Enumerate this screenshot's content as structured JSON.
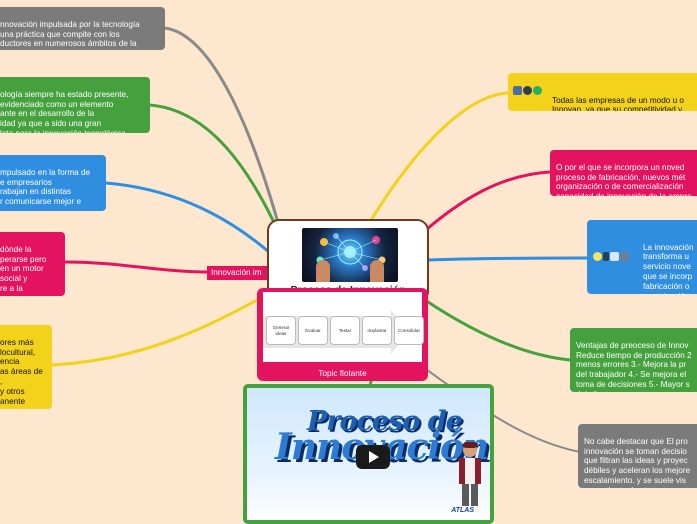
{
  "central": {
    "title": "Proceso de Innovación"
  },
  "float_topic": {
    "label": "Topic flotante",
    "steps": [
      "Generar ideas",
      "Evaluar",
      "Testar",
      "Implantar",
      "Consolidar"
    ]
  },
  "subtopic": {
    "label": "Innovación im"
  },
  "nodes": {
    "left_gray": "nnovación impulsada por la tecnología\nuna práctica que compite con los\nductores en numerosos ámbitos de la\nnomía.",
    "left_green": "ología siempre ha estado presente,\n evidenciado como un elemento\nante en el desarrollo de la\nidad ya que a sido una gran\nleta para la innovación tecnológica.",
    "left_blue": "mpulsado en la forma de\ne empresarios\nrabajan en distintas\nr comunicarse mejor e",
    "left_pink": "dónde la\nperarse pero\nen un motor\nsocial y\nre a la",
    "left_yellow": "ores más\nlocultural,\nencia\nas áreas de\n,\ny otros\nanente",
    "right_yellow": "Todas las empresas de un modo u o\nInnovan, ya que su competitividad y\ncontinuidad dependen de ello.",
    "right_pink": "O por el que se incorpora un noved\nproceso de fabricación, nuevos mét\norganización o de comercialización\ncapacidad de innovación de la empre",
    "right_blue": "La innovación\ntransforma u\nservicio nove\nque se incorp\nfabricación o\norganización\nempresa.",
    "right_green": "Ventajas de preoceso de Innov\nReduce tiempo de producción 2\nmenos errores 3.- Mejora la pr\ndel trabajador 4.- Se mejora el\ntoma de decisiones 5.- Mayor s\ndel cliente.",
    "right_gray": "No cabe destacar que El pro\ninnovación se toman decisio\nque filtran las ideas y proyec\ndébiles y aceleran los mejore\nescalamiento. y se suele vis\nun conjunto de etapas."
  },
  "icons": {
    "right_yellow": [
      "building-icon",
      "gear-icon",
      "globe-icon"
    ],
    "right_blue": [
      "lightbulb-icon",
      "phone-icon",
      "chart-icon",
      "building-icon"
    ]
  },
  "video": {
    "title_top": "Proceso de",
    "title_bottom": "Innovación",
    "logo": "ATLAS"
  },
  "colors": {
    "background": "#fde8cf",
    "gray": "#7b7b7b",
    "green": "#45a13d",
    "blue": "#2f8ee0",
    "pink": "#e3135f",
    "yellow": "#f2d21a",
    "central_border": "#6b3b1d"
  }
}
